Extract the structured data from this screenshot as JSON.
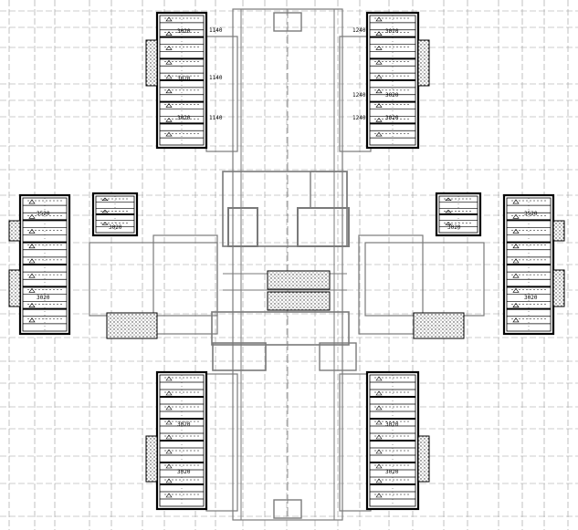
{
  "drawing": {
    "window_code": "3020",
    "window_code_alt": "3520",
    "dimensions": [
      "1140",
      "1240"
    ]
  },
  "colors": {
    "background": "#ffffff",
    "grid": "#9a9a9a",
    "wall": "#7a7a7a",
    "ink": "#000000",
    "hatch": "#555555"
  }
}
